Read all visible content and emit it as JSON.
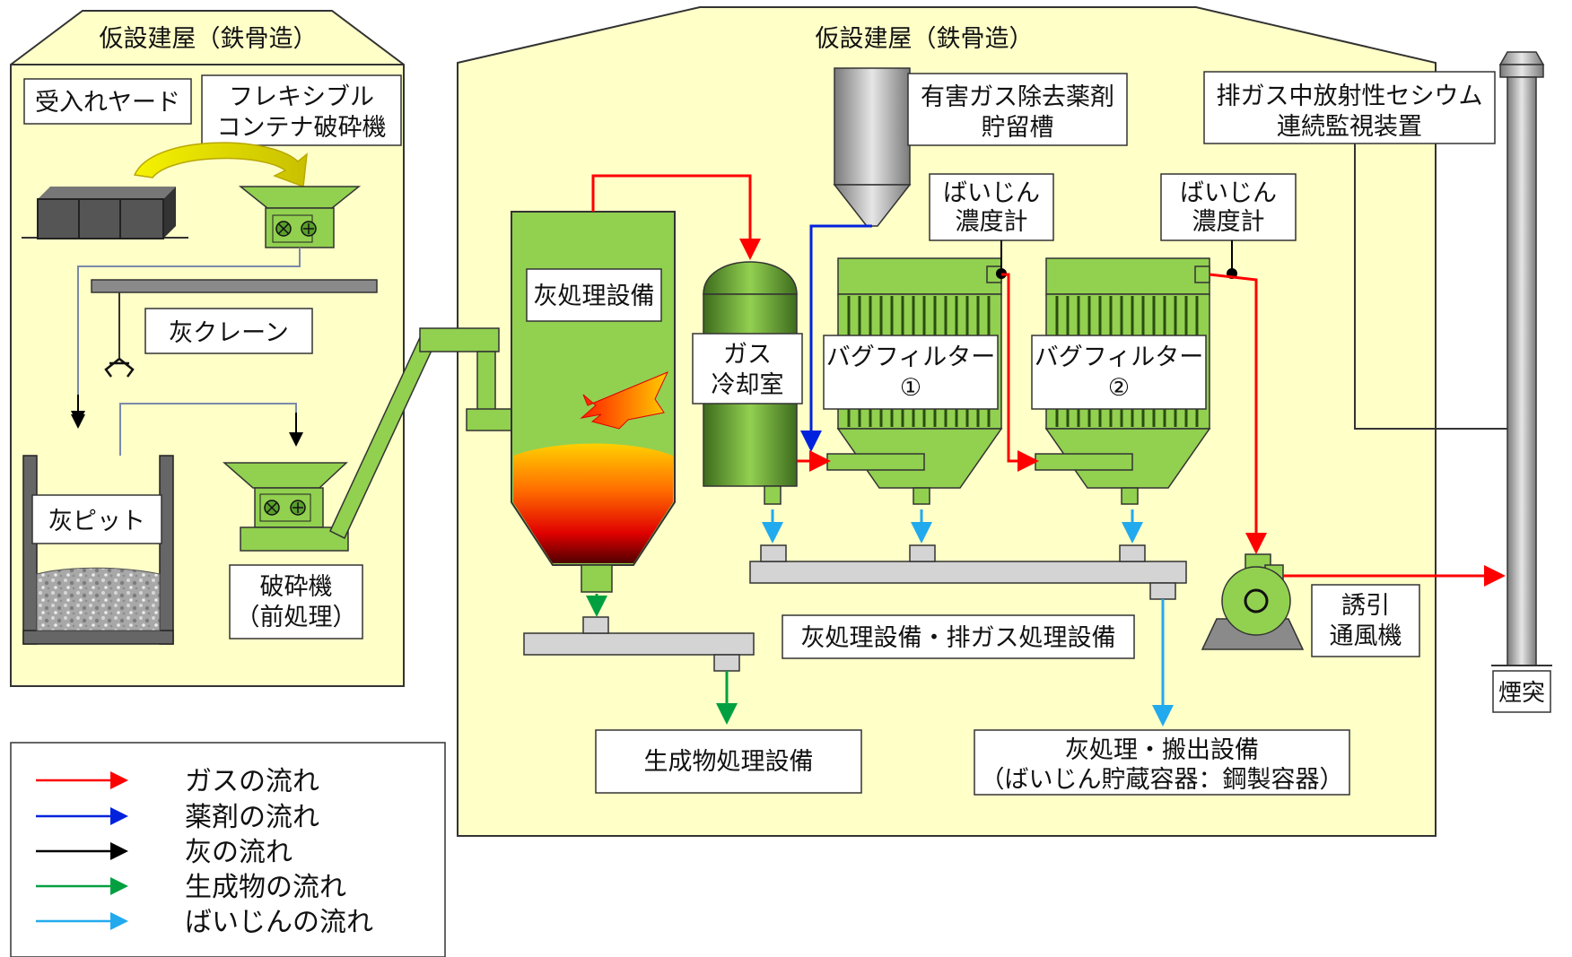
{
  "buildings": {
    "left_title": "仮設建屋（鉄骨造）",
    "right_title": "仮設建屋（鉄骨造）"
  },
  "labels": {
    "receiving_yard": "受入れヤード",
    "container_crusher": [
      "フレキシブル",
      "コンテナ破砕機"
    ],
    "ash_crane": "灰クレーン",
    "ash_pit": "灰ピット",
    "crusher": [
      "破砕機",
      "（前処理）"
    ],
    "ash_treatment": "灰処理設備",
    "gas_cooling": [
      "ガス",
      "冷却室"
    ],
    "chemical_tank": [
      "有害ガス除去薬剤",
      "貯留槽"
    ],
    "dust_meter_1": [
      "ばいじん",
      "濃度計"
    ],
    "dust_meter_2": [
      "ばいじん",
      "濃度計"
    ],
    "bag_filter_1": [
      "バグフィルター",
      "①"
    ],
    "bag_filter_2": [
      "バグフィルター",
      "②"
    ],
    "cesium_monitor": [
      "排ガス中放射性セシウム",
      "連続監視装置"
    ],
    "system_title": "灰処理設備・排ガス処理設備",
    "induced_fan": [
      "誘引",
      "通風機"
    ],
    "chimney": "煙突",
    "product_treatment": "生成物処理設備",
    "ash_export": [
      "灰処理・搬出設備",
      "（ばいじん貯蔵容器：鋼製容器）"
    ]
  },
  "legend": [
    {
      "label": "ガスの流れ",
      "color": "#ff0000"
    },
    {
      "label": "薬剤の流れ",
      "color": "#0022dd"
    },
    {
      "label": "灰の流れ",
      "color": "#000000"
    },
    {
      "label": "生成物の流れ",
      "color": "#00a040"
    },
    {
      "label": "ばいじんの流れ",
      "color": "#22aaee"
    }
  ],
  "colors": {
    "building": "#ffffc8",
    "equipment_green": "#92d050",
    "gas": "#ff0000",
    "chemical": "#0022dd",
    "ash": "#000000",
    "product": "#00a040",
    "dust": "#22aaee"
  }
}
